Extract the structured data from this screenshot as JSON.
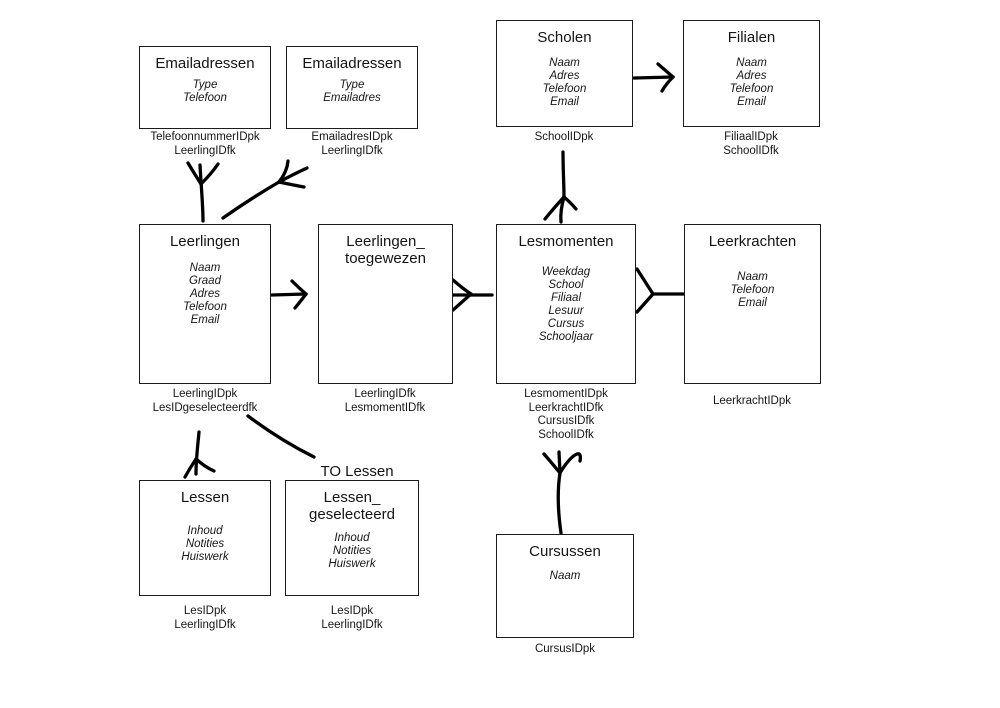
{
  "diagram": {
    "type": "entity-relationship",
    "notation": "crows-foot",
    "colors": {
      "background": "#ffffff",
      "line": "#000000",
      "text": "#111111"
    },
    "annotation": {
      "to_lessen": "TO Lessen"
    },
    "entities": {
      "emailadressen_telefoon": {
        "title": "Emailadressen",
        "attributes": [
          "Type",
          "Telefoon"
        ],
        "keys": [
          "TelefoonnummerIDpk",
          "LeerlingIDfk"
        ]
      },
      "emailadressen_email": {
        "title": "Emailadressen",
        "attributes": [
          "Type",
          "Emailadres"
        ],
        "keys": [
          "EmailadresIDpk",
          "LeerlingIDfk"
        ]
      },
      "scholen": {
        "title": "Scholen",
        "attributes": [
          "Naam",
          "Adres",
          "Telefoon",
          "Email"
        ],
        "keys": [
          "SchoolIDpk"
        ]
      },
      "filialen": {
        "title": "Filialen",
        "attributes": [
          "Naam",
          "Adres",
          "Telefoon",
          "Email"
        ],
        "keys": [
          "FiliaalIDpk",
          "SchoolIDfk"
        ]
      },
      "leerlingen": {
        "title": "Leerlingen",
        "attributes": [
          "Naam",
          "Graad",
          "Adres",
          "Telefoon",
          "Email"
        ],
        "keys": [
          "LeerlingIDpk",
          "LesIDgeselecteerdfk"
        ]
      },
      "leerlingen_toegewezen": {
        "title": "Leerlingen_\ntoegewezen",
        "attributes": [],
        "keys": [
          "LeerlingIDfk",
          "LesmomentIDfk"
        ]
      },
      "lesmomenten": {
        "title": "Lesmomenten",
        "attributes": [
          "Weekdag",
          "School",
          "Filiaal",
          "Lesuur",
          "Cursus",
          "Schooljaar"
        ],
        "keys": [
          "LesmomentIDpk",
          "LeerkrachtIDfk",
          "CursusIDfk",
          "SchoolIDfk"
        ]
      },
      "leerkrachten": {
        "title": "Leerkrachten",
        "attributes": [
          "Naam",
          "Telefoon",
          "Email"
        ],
        "keys": [
          "LeerkrachtIDpk"
        ]
      },
      "lessen": {
        "title": "Lessen",
        "attributes": [
          "Inhoud",
          "Notities",
          "Huiswerk"
        ],
        "keys": [
          "LesIDpk",
          "LeerlingIDfk"
        ]
      },
      "lessen_geselecteerd": {
        "title": "Lessen_\ngeselecteerd",
        "attributes": [
          "Inhoud",
          "Notities",
          "Huiswerk"
        ],
        "keys": [
          "LesIDpk",
          "LeerlingIDfk"
        ]
      },
      "cursussen": {
        "title": "Cursussen",
        "attributes": [
          "Naam"
        ],
        "keys": [
          "CursusIDpk"
        ]
      }
    }
  }
}
